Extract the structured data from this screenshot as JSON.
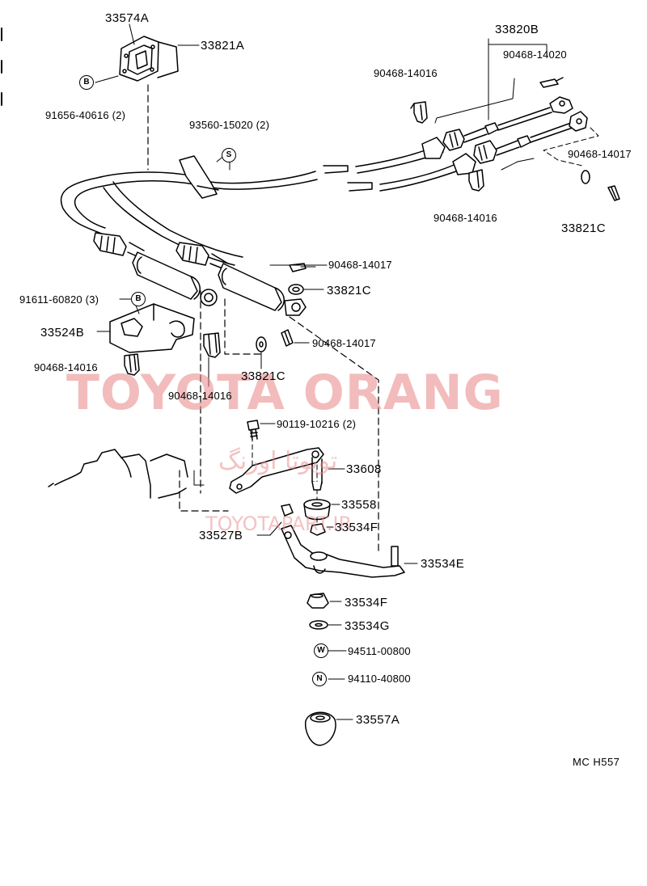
{
  "diagram": {
    "labels": {
      "l33574A": "33574A",
      "l33821A": "33821A",
      "l91656": "91656-40616 (2)",
      "l33820B": "33820B",
      "l90468_14020": "90468-14020",
      "l90468_14016a": "90468-14016",
      "l93560": "93560-15020 (2)",
      "l90468_14017a": "90468-14017",
      "l90468_14016b": "90468-14016",
      "l33821C_a": "33821C",
      "l90468_14017b": "90468-14017",
      "l33821C_b": "33821C",
      "l91611": "91611-60820 (3)",
      "l33524B": "33524B",
      "l90468_14017c": "90468-14017",
      "l90468_14016c": "90468-14016",
      "l33821C_c": "33821C",
      "l90468_14016d": "90468-14016",
      "l90119": "90119-10216 (2)",
      "l33608": "33608",
      "l33558": "33558",
      "l33527B": "33527B",
      "l33534F_a": "33534F",
      "l33534E": "33534E",
      "l33534F_b": "33534F",
      "l33534G": "33534G",
      "l94511": "94511-00800",
      "l94110": "94110-40800",
      "l33557A": "33557A"
    },
    "symbols": {
      "b1": "B",
      "b2": "B",
      "s1": "S",
      "w1": "W",
      "n1": "N"
    },
    "code": "MC  H557"
  },
  "watermark": {
    "main": "TOYOTA ORANG",
    "persian": "تویوتا اورنگ",
    "site": "TOYOTAPART.IR"
  }
}
